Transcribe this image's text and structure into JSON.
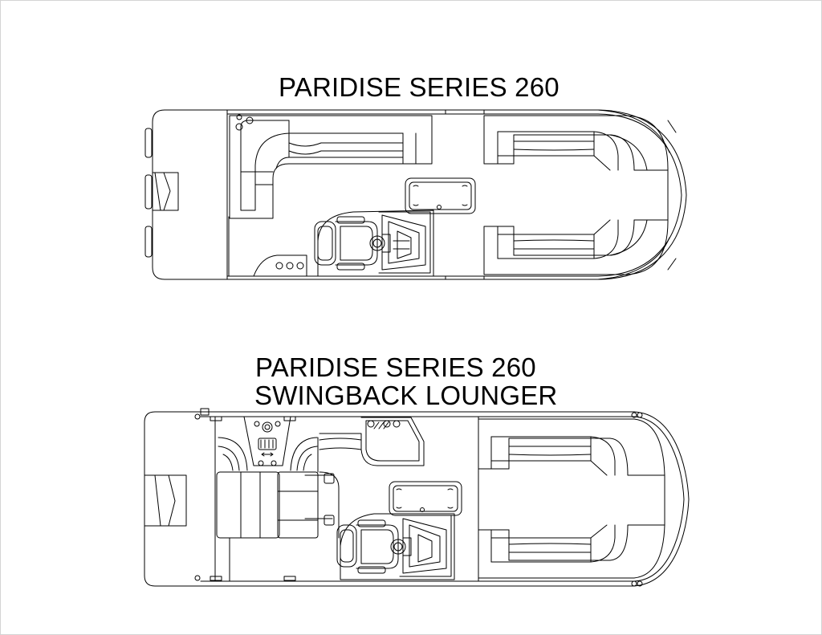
{
  "diagrams": [
    {
      "title": "PARIDISE SERIES 260"
    },
    {
      "title_line1": "PARIDISE SERIES 260",
      "title_line2": "SWINGBACK LOUNGER"
    }
  ],
  "colors": {
    "stroke": "#000000",
    "background": "#ffffff"
  }
}
